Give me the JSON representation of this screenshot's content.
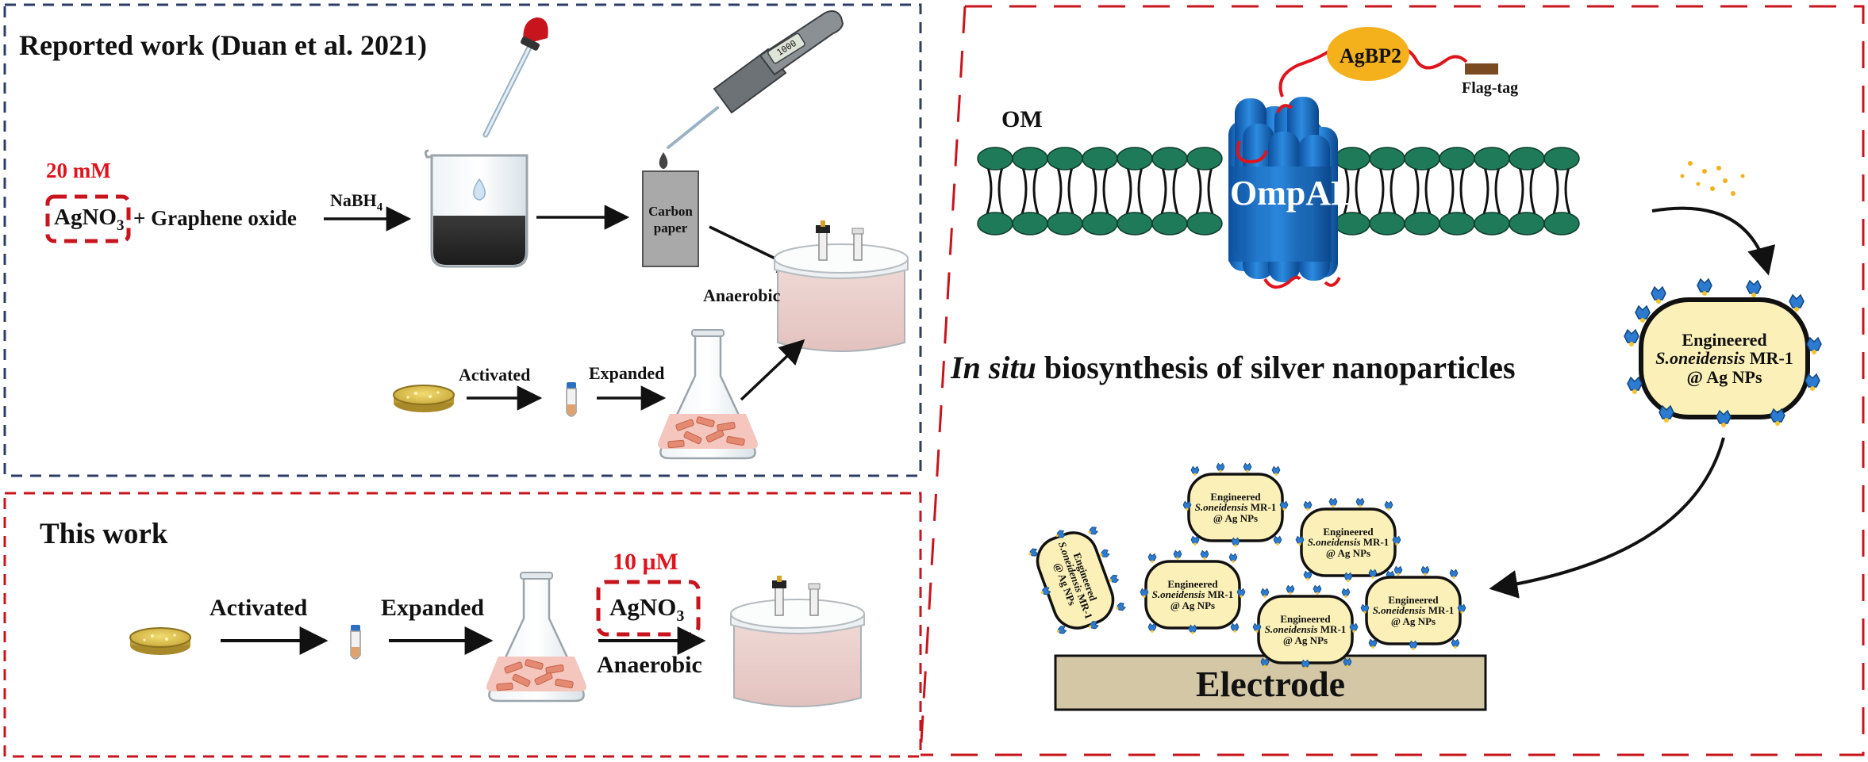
{
  "reported": {
    "title": "Reported work (Duan et al. 2021)",
    "conc": "20 mM",
    "agno3": "AgNO",
    "agno3_sub": "3",
    "plus_go": "+ Graphene oxide",
    "nabh": "NaBH",
    "nabh_sub": "4",
    "carbon_line1": "Carbon",
    "carbon_line2": "paper",
    "anaerobic": "Anaerobic",
    "activated": "Activated",
    "expanded": "Expanded",
    "pipette_display": "1000"
  },
  "this_work": {
    "title": "This work",
    "activated": "Activated",
    "expanded": "Expanded",
    "conc": "10 μM",
    "agno3": "AgNO",
    "agno3_sub": "3",
    "anaerobic": "Anaerobic"
  },
  "right": {
    "om": "OM",
    "ompal": "OmpAL",
    "agbp2": "AgBP2",
    "flag_tag": "Flag-tag",
    "caption_italic": "In situ",
    "caption_rest": " biosynthesis of silver nanoparticles",
    "cell_line1": "Engineered",
    "cell_species": "S.oneidensis",
    "cell_strain": " MR-1",
    "cell_line3": "@ Ag NPs",
    "electrode": "Electrode"
  },
  "colors": {
    "navy_dash": "#2d3d66",
    "red_dash": "#c8141c",
    "membrane_green": "#1f7a5a",
    "ompal_blue": "#1d6fc7",
    "agbp2_yellow": "#f4b11c",
    "cell_fill": "#fbf1b8",
    "electrode_fill": "#d4c7a6",
    "np_blue": "#2c7bd0"
  }
}
